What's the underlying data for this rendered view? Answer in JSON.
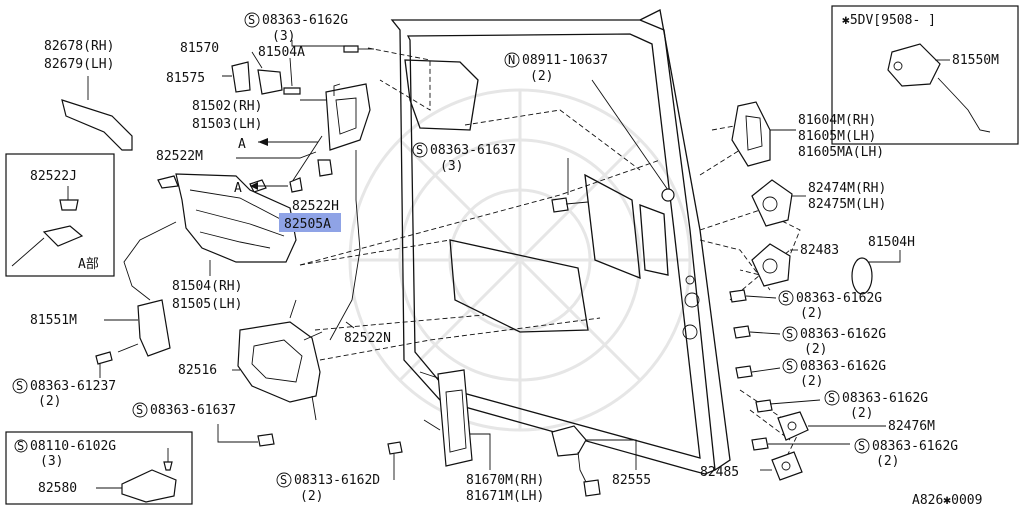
{
  "diagram": {
    "footer_code": "A826✱0009",
    "inset_top_right": {
      "label": "✱5DV[9508-     ]",
      "part": "81550M"
    },
    "inset_left": {
      "part": "82522J",
      "note": "A部"
    },
    "inset_bottom_left": {
      "bolt_number": "08110-6102G",
      "bolt_qty": "(3)",
      "part": "82580"
    },
    "labels": {
      "p82678": "82678(RH)",
      "p82679": "82679(LH)",
      "p81570": "81570",
      "p81504A": "81504A",
      "p81575": "81575",
      "p81502": "81502(RH)",
      "p81503": "81503(LH)",
      "arrowA1": "A",
      "p82522M": "82522M",
      "arrowA2": "A",
      "p82522H": "82522H",
      "p82505A": "82505A",
      "p81504": "81504(RH)",
      "p81505": "81505(LH)",
      "p81551M": "81551M",
      "p82516": "82516",
      "p82522N": "82522N",
      "p81604M": "81604M(RH)",
      "p81605M": "81605M(LH)",
      "p81605MA": "81605MA(LH)",
      "p82474M": "82474M(RH)",
      "p82475M": "82475M(LH)",
      "p82483": "82483",
      "p81504H": "81504H",
      "p82476M": "82476M",
      "p82485": "82485",
      "p81670M": "81670M(RH)",
      "p81671M": "81671M(LH)",
      "p82555": "82555"
    },
    "fasteners": [
      {
        "id": "f1",
        "prefix": "S",
        "number": "08363-6162G",
        "qty": "(3)"
      },
      {
        "id": "f2",
        "prefix": "N",
        "number": "08911-10637",
        "qty": "(2)"
      },
      {
        "id": "f3",
        "prefix": "S",
        "number": "08363-61637",
        "qty": "(3)"
      },
      {
        "id": "f4",
        "prefix": "S",
        "number": "08363-61237",
        "qty": "(2)"
      },
      {
        "id": "f5",
        "prefix": "S",
        "number": "08363-61637",
        "qty": ""
      },
      {
        "id": "f6",
        "prefix": "S",
        "number": "08313-6162D",
        "qty": "(2)"
      },
      {
        "id": "f7",
        "prefix": "S",
        "number": "08363-6162G",
        "qty": "(2)"
      },
      {
        "id": "f8",
        "prefix": "S",
        "number": "08363-6162G",
        "qty": "(2)"
      },
      {
        "id": "f9",
        "prefix": "S",
        "number": "08363-6162G",
        "qty": "(2)"
      },
      {
        "id": "f10",
        "prefix": "S",
        "number": "08363-6162G",
        "qty": "(2)"
      },
      {
        "id": "f11",
        "prefix": "S",
        "number": "08363-6162G",
        "qty": "(2)"
      }
    ]
  }
}
